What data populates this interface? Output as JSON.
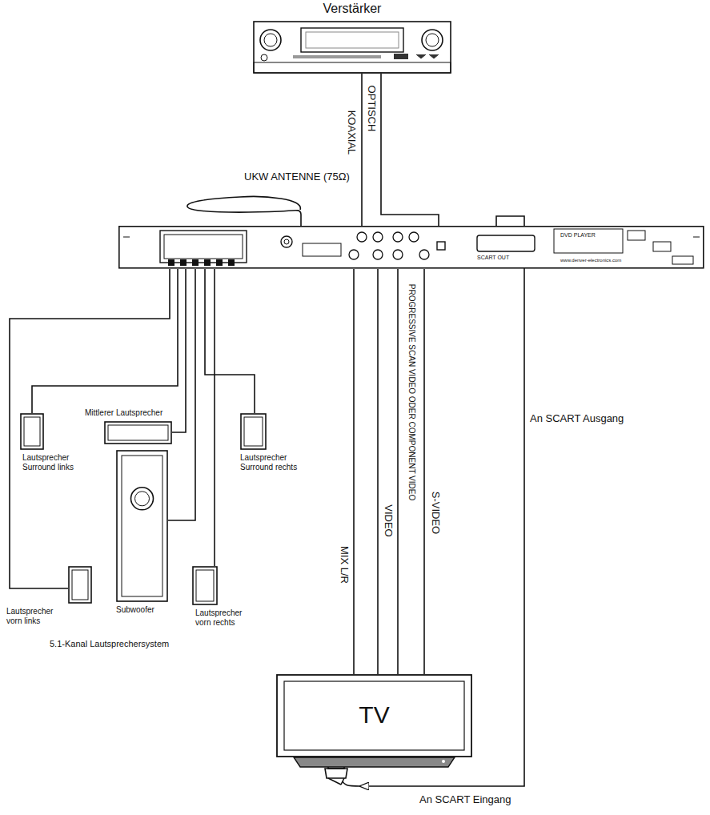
{
  "diagram": {
    "nodes": [
      {
        "text": [
          "Verstärker"
        ]
      },
      {
        "text": [
          "DVD PLAYER",
          "SCART OUT",
          "www.denver-electronics.com"
        ]
      },
      {
        "text": [
          "Lautsprecher Surround links"
        ]
      },
      {
        "text": [
          "Mittlerer Lautsprecher"
        ]
      },
      {
        "text": [
          "Subwoofer"
        ]
      },
      {
        "text": [
          "Lautsprecher Surround rechts"
        ]
      },
      {
        "text": [
          "Lautsprecher vorn links"
        ]
      },
      {
        "text": [
          "Lautsprecher vorn rechts"
        ]
      },
      {
        "text": [
          "TV"
        ]
      }
    ],
    "edges": [
      {
        "from": 0,
        "to": 1,
        "label": "KOAXIAL",
        "arrow": "none"
      },
      {
        "from": 0,
        "to": 1,
        "label": "OPTISCH",
        "arrow": "none"
      },
      {
        "from": 1,
        "to": 8,
        "label": "MIX L/R",
        "arrow": "none"
      },
      {
        "from": 1,
        "to": 8,
        "label": "VIDEO",
        "arrow": "none"
      },
      {
        "from": 1,
        "to": 8,
        "label": "PROGRESSIVE SCAN VIDEO ODER COMPONENT VIDEO",
        "arrow": "none"
      },
      {
        "from": 1,
        "to": 8,
        "label": "S-VIDEO",
        "arrow": "none"
      },
      {
        "from": 1,
        "to": 2,
        "arrow": "none"
      },
      {
        "from": 1,
        "to": 3,
        "arrow": "none"
      },
      {
        "from": 1,
        "to": 4,
        "arrow": "none"
      },
      {
        "from": 1,
        "to": 5,
        "arrow": "none"
      },
      {
        "from": 1,
        "to": 6,
        "arrow": "none"
      },
      {
        "from": 1,
        "to": 7,
        "arrow": "none"
      },
      {
        "from": 1,
        "to": 8,
        "arrow": "to"
      }
    ],
    "labels": [
      "UKW ANTENNE (75Ω)",
      "An SCART Ausgang",
      "An SCART Eingang",
      "5.1-Kanal Lautsprechersystem"
    ]
  }
}
